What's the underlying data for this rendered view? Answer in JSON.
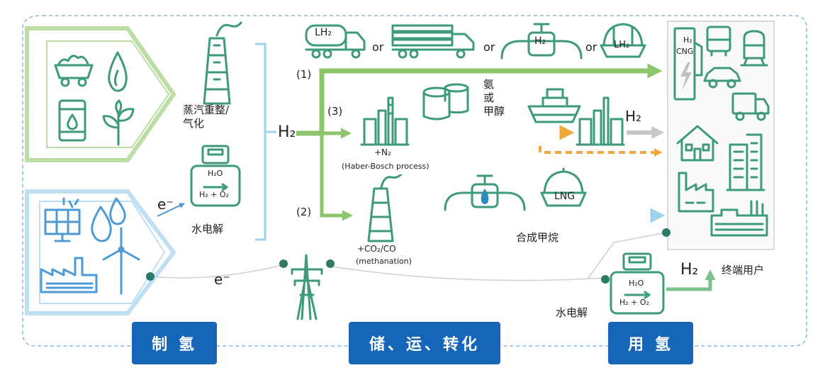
{
  "colors": {
    "accent_blue": "#1565b8",
    "green_stroke": "#8cc66b",
    "blue_stroke": "#9fd0ee",
    "dark_line": "#444444",
    "orange_arrow": "#f0a83a",
    "teal_icon": "#3d9a7a"
  },
  "production": {
    "reforming_label": "蒸汽重整/\n气化",
    "electrolysis_label": "水电解",
    "electrolyzer_h2o": "H₂O",
    "electrolyzer_products": "H₂ + O₂",
    "electron_label": "e⁻",
    "h2_label": "H₂"
  },
  "transport": {
    "lh2_truck_label": "LH₂",
    "pipe_h2_label": "H₂",
    "ship_lh2_label": "LH₂",
    "or_label": "or",
    "route1_label": "(1)",
    "route2_label": "(2)",
    "route3_label": "(3)",
    "haber_bosch_line1": "+N₂",
    "haber_bosch_line2": "(Haber-Bosch process)",
    "ammonia_methanol_label": "氨\n或\n甲醇",
    "h2_after_crack": "H₂",
    "lng_label": "LNG",
    "methanation_line1": "+CO₂/CO",
    "methanation_line2": "(methanation)",
    "synthetic_methane_label": "合成甲烷",
    "grid_electron_label": "e⁻"
  },
  "end_use": {
    "station_line1": "H₂",
    "station_line2": "CNG",
    "local_electrolysis_label": "水电解",
    "local_h2_label": "H₂",
    "local_h2o": "H₂O",
    "local_products": "H₂ + O₂",
    "end_user_label": "终端用户"
  },
  "stages": {
    "production": "制 氢",
    "storage_transport": "储、运、转化",
    "utilization": "用 氢"
  }
}
